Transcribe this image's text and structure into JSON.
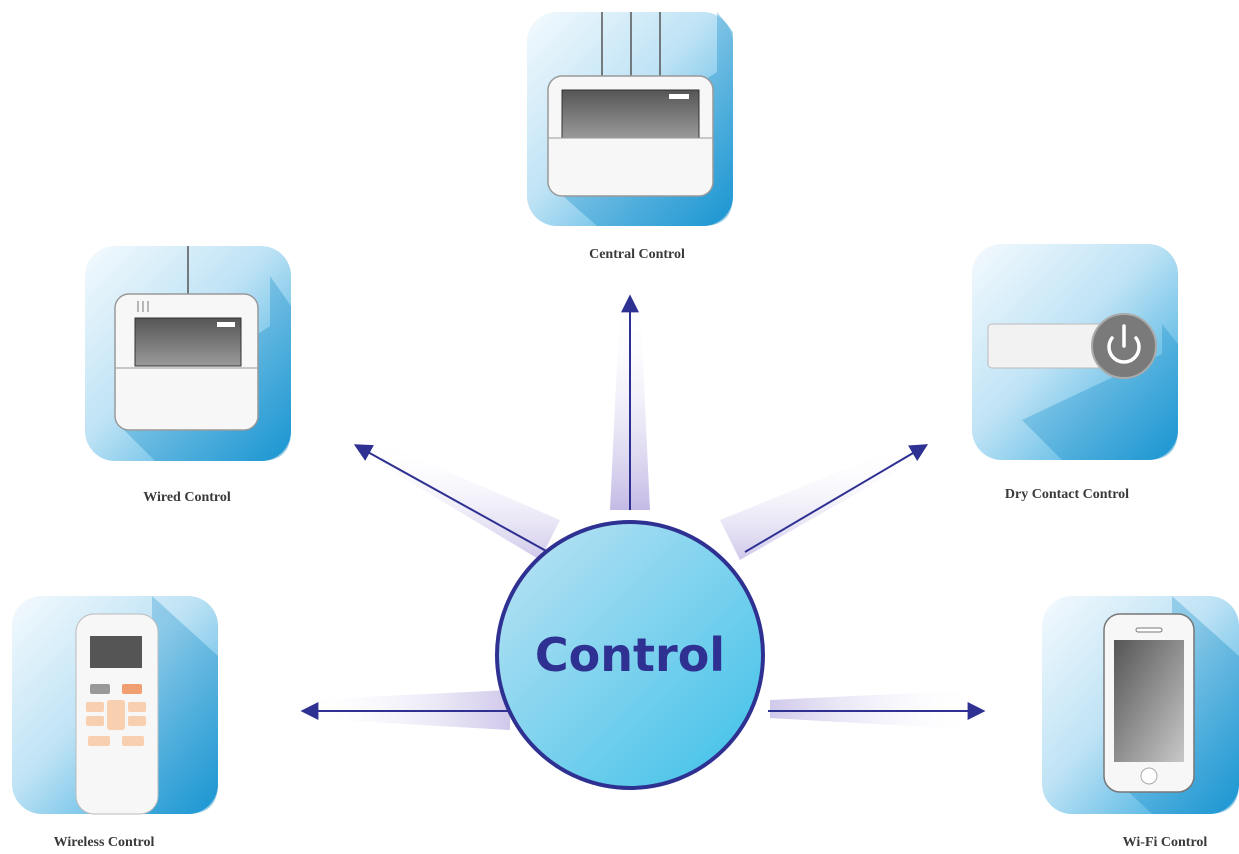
{
  "center": {
    "label": "Control"
  },
  "nodes": [
    {
      "id": "central",
      "label": "Central Control",
      "icon": "central-controller-icon"
    },
    {
      "id": "wired",
      "label": "Wired Control",
      "icon": "wired-controller-icon"
    },
    {
      "id": "dry",
      "label": "Dry Contact Control",
      "icon": "power-switch-icon"
    },
    {
      "id": "wireless",
      "label": "Wireless Control",
      "icon": "remote-control-icon"
    },
    {
      "id": "wifi",
      "label": "Wi-Fi Control",
      "icon": "smartphone-icon"
    }
  ],
  "colors": {
    "arrow": "#2e3192",
    "glow": "#c9c2e8",
    "circle_stroke": "#2e3192",
    "icon_bg_light": "#dff0fa",
    "icon_bg_dark": "#2fa8de",
    "label": "#3a3a3a"
  }
}
